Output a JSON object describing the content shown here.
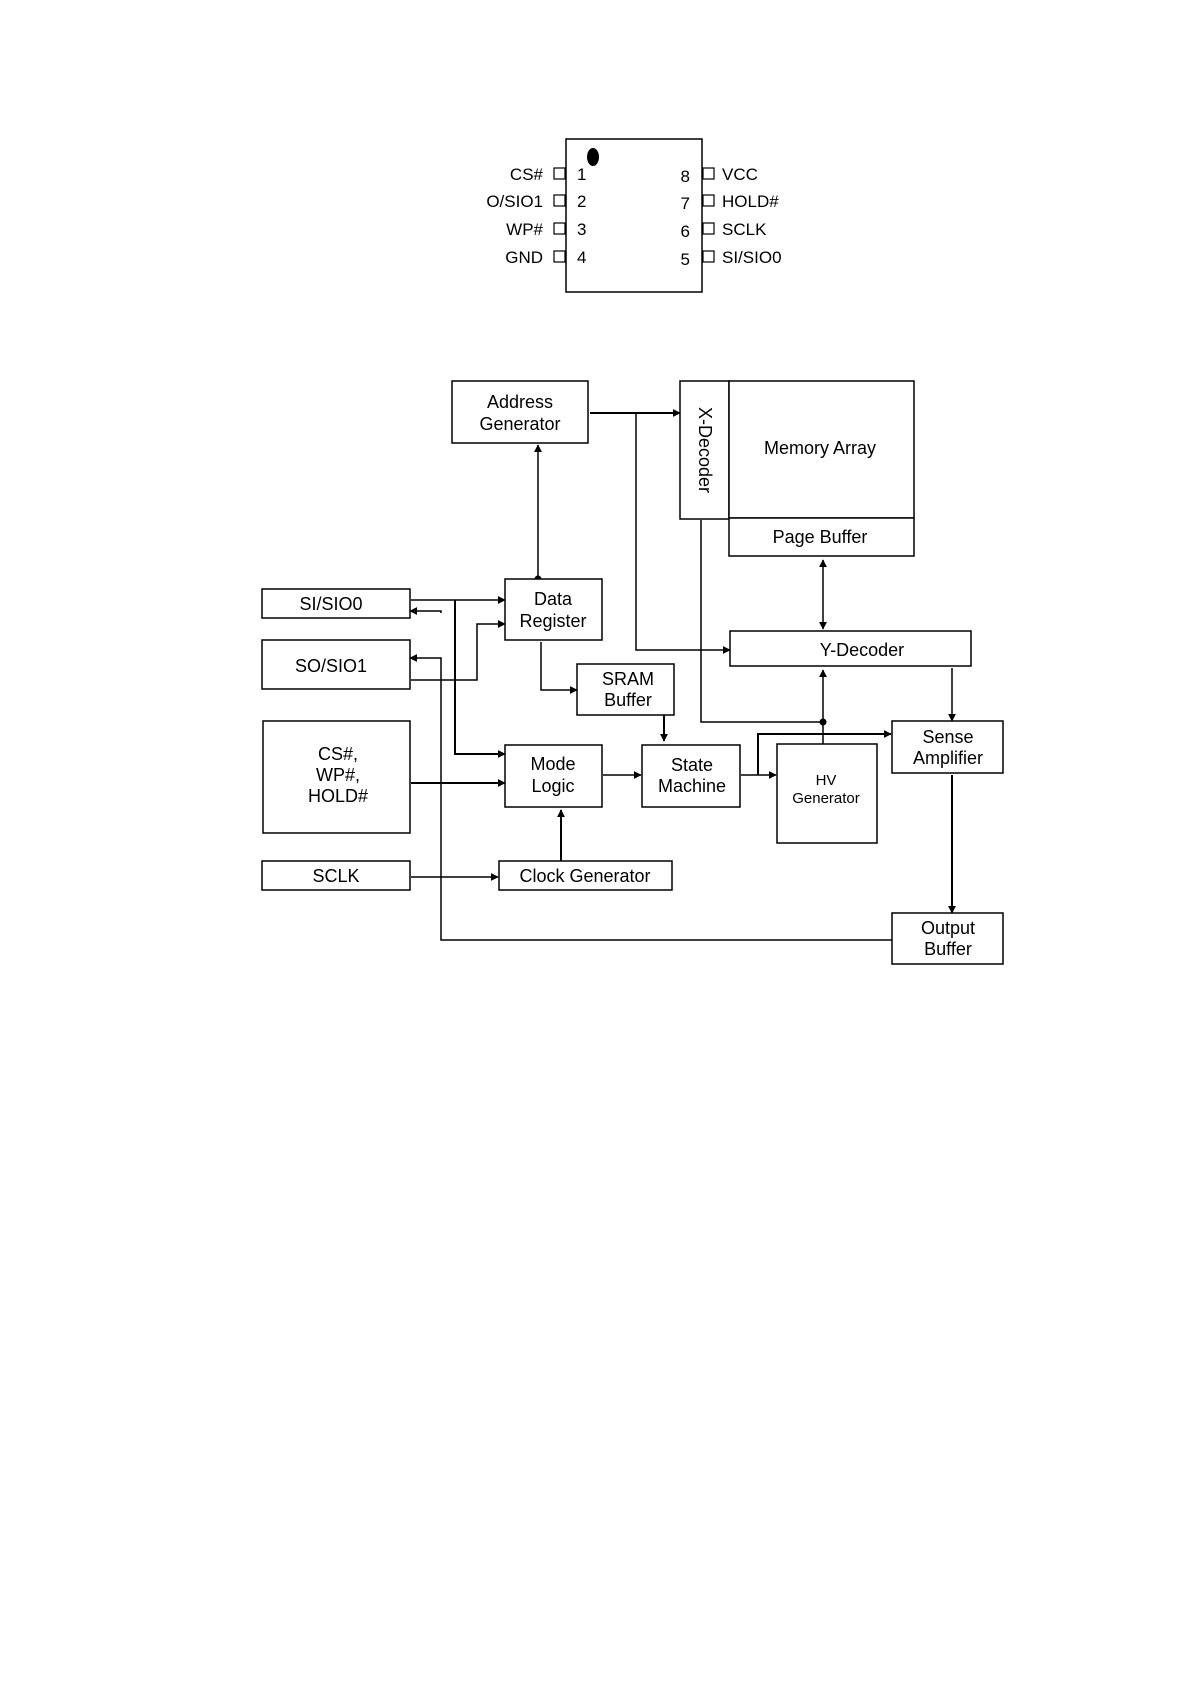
{
  "package": {
    "left_pins": [
      {
        "num": "1",
        "name": "CS#"
      },
      {
        "num": "2",
        "name": "O/SIO1"
      },
      {
        "num": "3",
        "name": "WP#"
      },
      {
        "num": "4",
        "name": "GND"
      }
    ],
    "right_pins": [
      {
        "num": "8",
        "name": "VCC"
      },
      {
        "num": "7",
        "name": "HOLD#"
      },
      {
        "num": "6",
        "name": "SCLK"
      },
      {
        "num": "5",
        "name": "SI/SIO0"
      }
    ]
  },
  "blocks": {
    "address_generator": [
      "Address",
      "Generator"
    ],
    "x_decoder": "X-Decoder",
    "memory_array": "Memory Array",
    "page_buffer": "Page Buffer",
    "data_register": [
      "Data",
      "Register"
    ],
    "y_decoder": "Y-Decoder",
    "sram_buffer": [
      "SRAM",
      "Buffer"
    ],
    "mode_logic": [
      "Mode",
      "Logic"
    ],
    "state_machine": [
      "State",
      "Machine"
    ],
    "hv_generator": [
      "HV",
      "Generator"
    ],
    "sense_amplifier": [
      "Sense",
      "Amplifier"
    ],
    "clock_generator": "Clock Generator",
    "output_buffer": [
      "Output",
      "Buffer"
    ]
  },
  "io": {
    "si_sio0": "SI/SIO0",
    "so_sio1": "SO/SIO1",
    "control": [
      "CS#,",
      "WP#,",
      "HOLD#"
    ],
    "sclk": "SCLK"
  }
}
